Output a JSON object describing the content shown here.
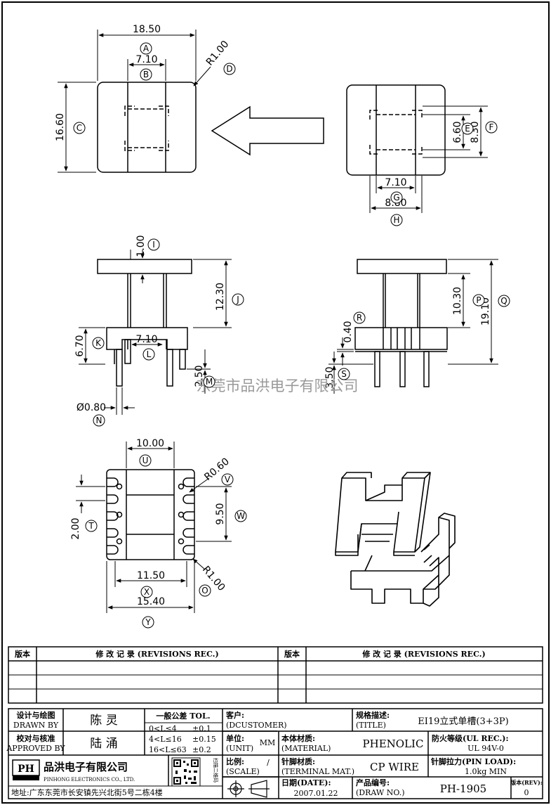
{
  "dims": {
    "A": "18.50",
    "B": "7.10",
    "C": "16.60",
    "D": "R1.00",
    "E": "6.60",
    "F": "8.30",
    "G": "7.10",
    "H": "8.80",
    "I": "1.00",
    "J": "12.30",
    "K": "6.70",
    "L": "7.10",
    "M": "2.50",
    "N": "Ø0.80",
    "P": "10.30",
    "Q": "19.10",
    "R": "0.40",
    "S": "3.50",
    "U": "10.00",
    "V": "R0.60",
    "W": "9.50",
    "T": "2.00",
    "X": "11.50",
    "O": "R1.00",
    "Y": "15.40"
  },
  "letters": [
    "A",
    "B",
    "C",
    "D",
    "E",
    "F",
    "G",
    "H",
    "I",
    "J",
    "K",
    "L",
    "M",
    "N",
    "P",
    "Q",
    "R",
    "S",
    "U",
    "V",
    "W",
    "T",
    "X",
    "O",
    "Y"
  ],
  "watermark": "东莞市品洪电子有限公司",
  "revisions": {
    "col_ver": "版本",
    "col_rec": "修 改 记 录 (REVISIONS REC.)"
  },
  "title_block": {
    "drawn_by_cn": "设计与绘图",
    "drawn_by_en": "DRAWN BY",
    "drawn_by": "陈 灵",
    "approved_by_cn": "校对与核准",
    "approved_by_en": "APPROVED BY",
    "approved_by": "陆 涌",
    "tol_title": "一般公差 TOL.",
    "tol_rows": [
      {
        "range": "0<L≤4",
        "tol": "±0.1"
      },
      {
        "range": "4<L≤16",
        "tol": "±0.15"
      },
      {
        "range": "16<L≤63",
        "tol": "±0.2"
      }
    ],
    "customer_cn": "客户:",
    "customer_en": "(DCUSTOMER)",
    "title_cn": "规格描述:",
    "title_en": "(TITLE)",
    "title_val": "EI19立式单槽(3+3P)",
    "unit_cn": "单位:",
    "unit_en": "(UNIT)",
    "unit_val": "MM",
    "material_cn": "本体材质:",
    "material_en": "(MATERIAL)",
    "material_val": "PHENOLIC",
    "ul_cn": "防火等级(UL REC.):",
    "ul_val": "UL 94V-0",
    "scale_cn": "比例:",
    "scale_en": "(SCALE)",
    "scale_val": "/",
    "terminal_cn": "针脚材质:",
    "terminal_en": "(TERMINAL MAT.)",
    "terminal_val": "CP WIRE",
    "pinload_cn": "针脚拉力(PIN LOAD):",
    "pinload_val": "1.0kg MIN",
    "company_cn": "品洪电子有限公司",
    "company_en": "PINHONG ELECTRONICS CO., LTD.",
    "logo": "PH",
    "address": "地址:广东东莞市长安镇先兴北街5号二栋4楼",
    "qr_caption": "扫描二维码",
    "date_cn": "日期(DATE):",
    "date_val": "2007.01.22",
    "drawno_cn": "产品编号:",
    "drawno_en": "(DRAW NO.)",
    "drawno_val": "PH-1905",
    "rev_cn": "版本(REV):",
    "rev_val": "0"
  }
}
